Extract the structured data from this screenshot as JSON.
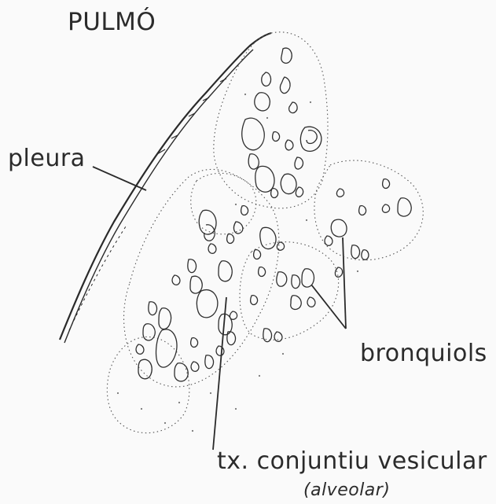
{
  "title": "PULMÓ",
  "labels": {
    "pleura": "pleura",
    "bronquiols": "bronquiols",
    "tissue": "tx. conjuntiu vesicular",
    "tissue_note": "(alveolar)"
  },
  "colors": {
    "ink": "#2b2b2b",
    "background": "#fafafa"
  }
}
